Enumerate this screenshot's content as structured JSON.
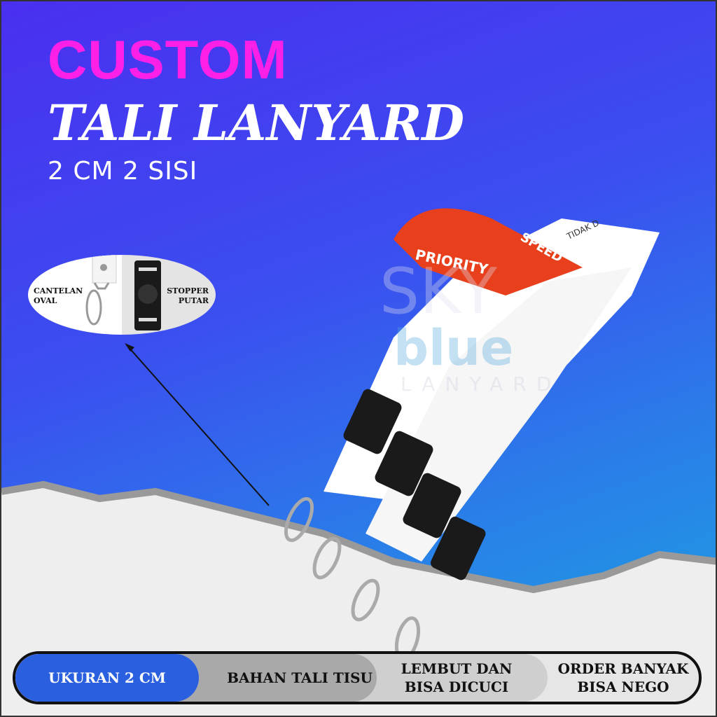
{
  "title": {
    "line1": "CUSTOM",
    "line2": "TALI LANYARD",
    "line3": "2 CM 2 SISI"
  },
  "inset": {
    "left_label": "CANTELAN\nOVAL",
    "right_label": "STOPPER\nPUTAR"
  },
  "watermark": {
    "line1": "SKY",
    "line2": "blue",
    "line3": "LANYARD"
  },
  "lanyard_print": {
    "text1": "SPEED",
    "text2": "PRIORITY",
    "text3": "TIDAK D"
  },
  "features": [
    {
      "label": "UKURAN 2 CM"
    },
    {
      "label": "BAHAN  TALI TISU"
    },
    {
      "label": "LEMBUT DAN\nBISA DICUCI"
    },
    {
      "label": "ORDER BANYAK\nBISA NEGO"
    }
  ],
  "colors": {
    "title_accent": "#ff20e8",
    "feature_blue": "#2a5fe0",
    "lanyard_red": "#e8401c"
  }
}
